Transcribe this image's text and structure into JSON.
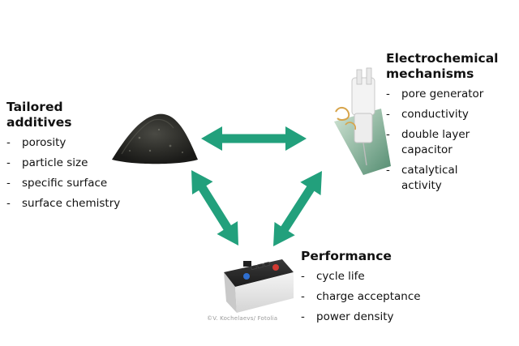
{
  "additives": {
    "title_lines": [
      "Tailored",
      "additives"
    ],
    "items": [
      "porosity",
      "particle size",
      "specific surface",
      "surface chemistry"
    ]
  },
  "mechanisms": {
    "title_lines": [
      "Electrochemical",
      "mechanisms"
    ],
    "items": [
      [
        "pore generator"
      ],
      [
        "conductivity"
      ],
      [
        "double layer",
        "capacitor"
      ],
      [
        "catalytical",
        "activity"
      ]
    ]
  },
  "performance": {
    "title_lines": [
      "Performance"
    ],
    "items": [
      "cycle life",
      "charge acceptance",
      "power density"
    ]
  },
  "credit": "©V. Kochelaevs/ Fotolia",
  "colors": {
    "arrow": "#22a07c",
    "text": "#111111",
    "credit": "#9a9a9a"
  }
}
